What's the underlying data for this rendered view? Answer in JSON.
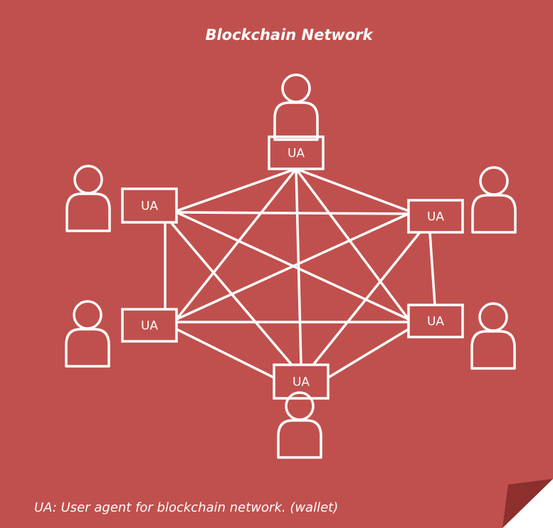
{
  "title": "Blockchain Network",
  "caption": "UA: User agent for blockchain network. (wallet)",
  "node_label": "UA",
  "colors": {
    "background": "#c0504d",
    "stroke": "#ffffff",
    "fold": "#8c2f2d",
    "outer": "#ffffff"
  },
  "nodes": [
    {
      "id": "top",
      "label": "UA"
    },
    {
      "id": "upper-left",
      "label": "UA"
    },
    {
      "id": "upper-right",
      "label": "UA"
    },
    {
      "id": "lower-left",
      "label": "UA"
    },
    {
      "id": "lower-right",
      "label": "UA"
    },
    {
      "id": "bottom",
      "label": "UA"
    }
  ],
  "users": [
    {
      "id": "top",
      "icon": "user-icon"
    },
    {
      "id": "upper-left",
      "icon": "user-icon"
    },
    {
      "id": "upper-right",
      "icon": "user-icon"
    },
    {
      "id": "lower-left",
      "icon": "user-icon"
    },
    {
      "id": "lower-right",
      "icon": "user-icon"
    },
    {
      "id": "bottom",
      "icon": "user-icon"
    }
  ],
  "connections": "full-mesh"
}
